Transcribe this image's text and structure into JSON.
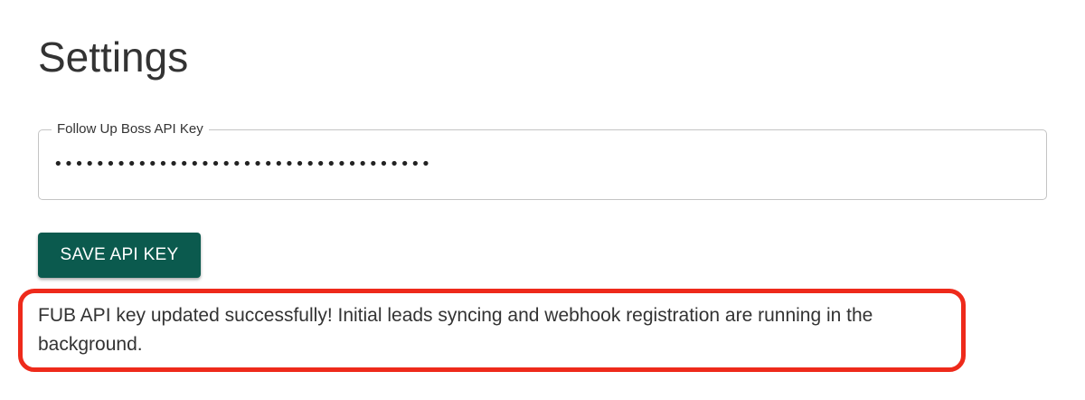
{
  "page": {
    "title": "Settings"
  },
  "api_key_field": {
    "label": "Follow Up Boss API Key",
    "value": "••••••••••••••••••••••••••••••••••••"
  },
  "actions": {
    "save_label": "SAVE API KEY"
  },
  "status": {
    "message": "FUB API key updated successfully! Initial leads syncing and webhook registration are running in the background."
  },
  "colors": {
    "button_background": "#0b5a4e",
    "highlight_border": "#ee2a1b"
  }
}
